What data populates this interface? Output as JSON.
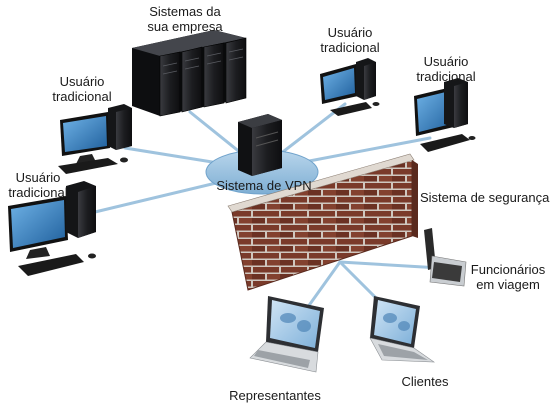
{
  "labels": {
    "company_systems": [
      "Sistemas da",
      "sua empresa"
    ],
    "user_top_left": [
      "Usuário",
      "tradicional"
    ],
    "user_left": [
      "Usuário",
      "tradicional"
    ],
    "user_top_middle": [
      "Usuário",
      "tradicional"
    ],
    "user_top_right": [
      "Usuário",
      "tradicional"
    ],
    "vpn_system": "Sistema de VPN",
    "security_system": "Sistema de segurança",
    "traveling_employees": [
      "Funcionários",
      "em viagem"
    ],
    "representatives": "Representantes",
    "clients": "Clientes"
  },
  "colors": {
    "link": "#9fc3de",
    "hub": "#8fb9d9",
    "server": "#1e1f22",
    "screen": "#3c86c4",
    "brick": "#7a3a2a",
    "mortar": "#cfc7bf"
  }
}
